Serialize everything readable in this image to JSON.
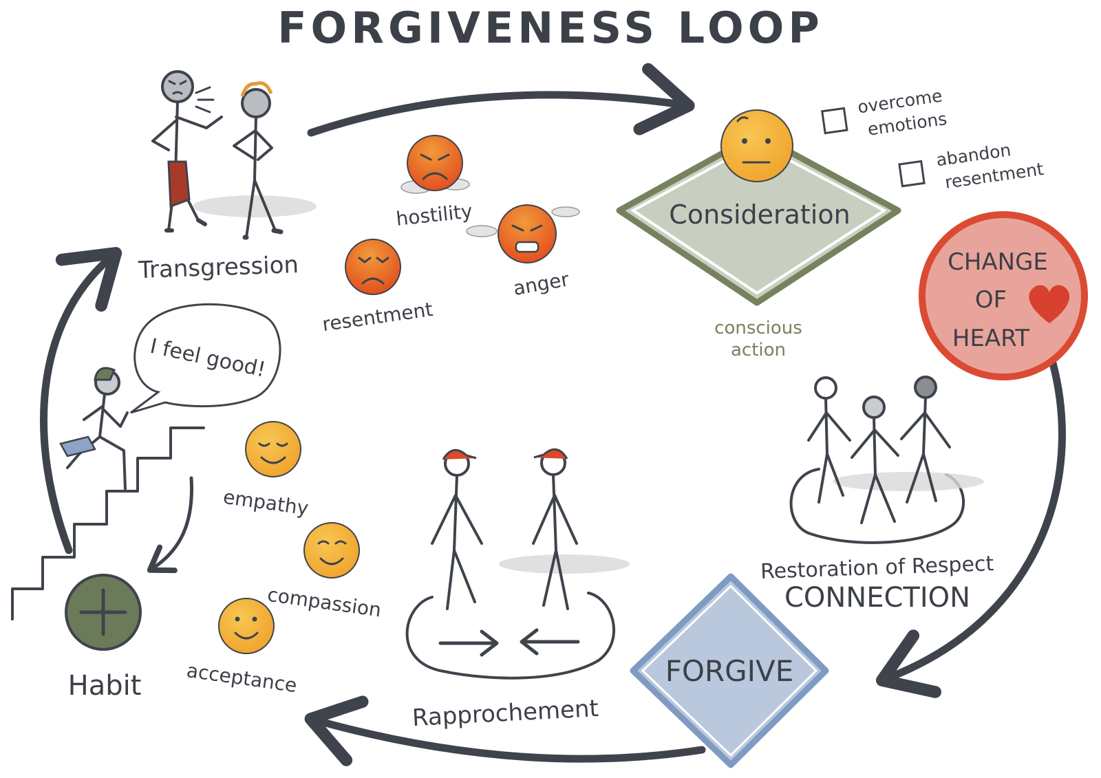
{
  "title": "FORGIVENESS LOOP",
  "nodes": {
    "transgression": "Transgression",
    "consideration": "Consideration",
    "change_of_heart": [
      "CHANGE",
      "OF",
      "HEART"
    ],
    "restoration": "Restoration of Respect",
    "connection": "CONNECTION",
    "forgive": "FORGIVE",
    "rapprochement": "Rapprochement",
    "habit": "Habit"
  },
  "negative_emotions": [
    "hostility",
    "anger",
    "resentment"
  ],
  "positive_emotions": [
    "empathy",
    "compassion",
    "acceptance"
  ],
  "checklist": [
    {
      "line1": "overcome",
      "line2": "emotions",
      "checked": false
    },
    {
      "line1": "abandon",
      "line2": "resentment",
      "checked": false
    }
  ],
  "conscious_action": [
    "conscious",
    "action"
  ],
  "speech_bubble": "I feel good!",
  "colors": {
    "ink": "#3f434c",
    "consideration_fill": "#c9cfc0",
    "consideration_border": "#76825e",
    "heart_circle_fill": "#e8a49b",
    "heart_circle_border": "#db4a33",
    "heart": "#d84030",
    "forgive_fill": "#b9c8dc",
    "forgive_border": "#7f9bc1",
    "habit_fill": "#6b7a58",
    "face_yellow": "#f2ad35",
    "face_orange": "#ea7a23",
    "conscious_text": "#76825e"
  }
}
